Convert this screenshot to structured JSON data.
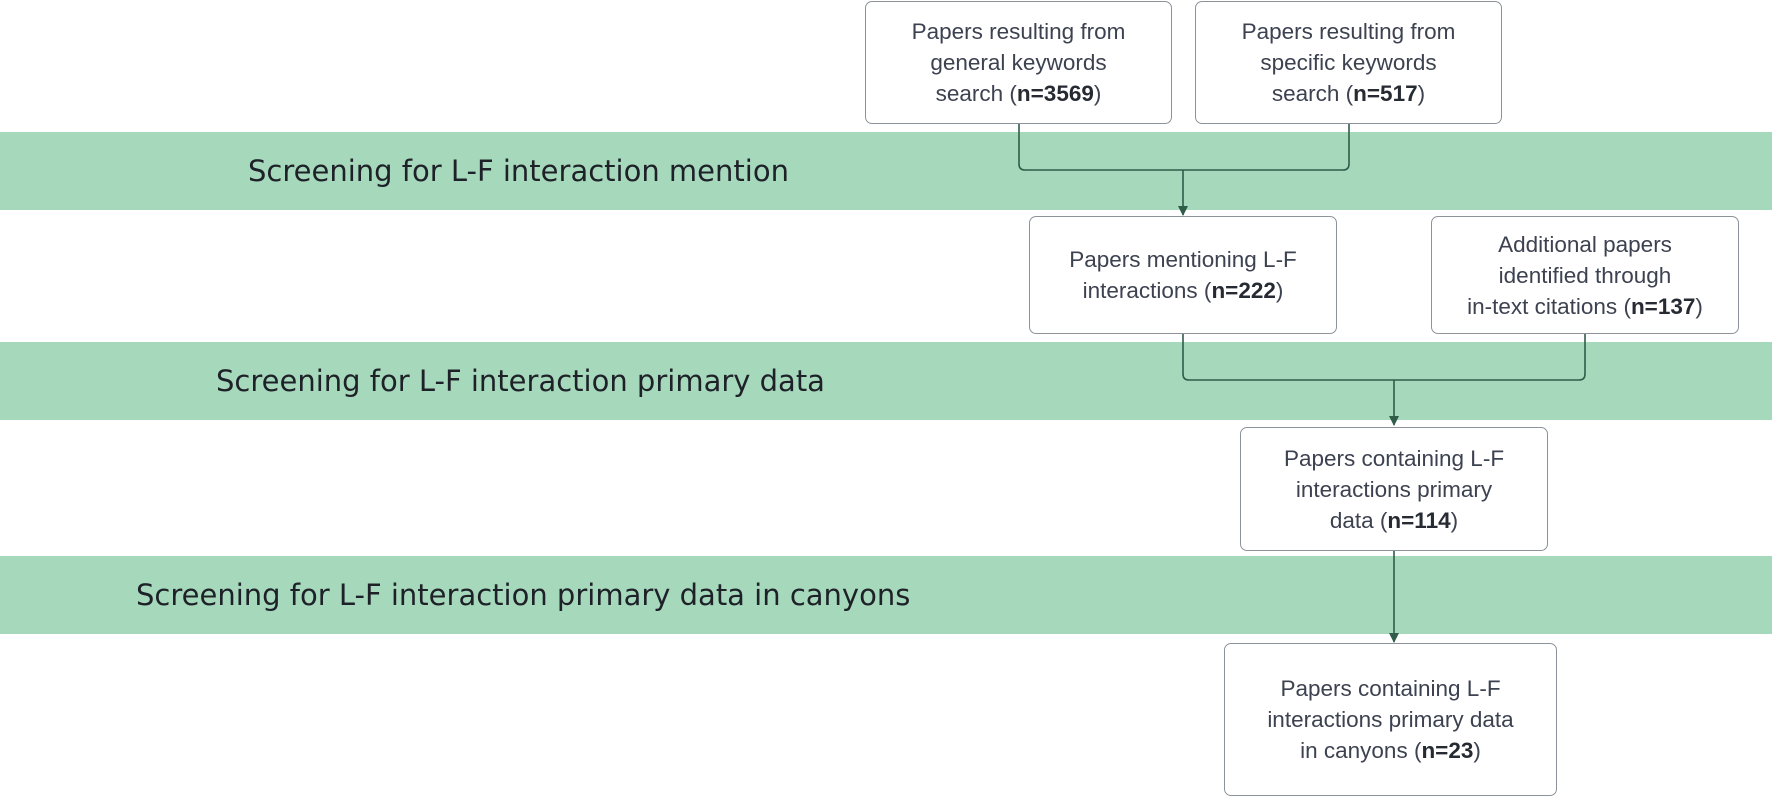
{
  "colors": {
    "band": "#a6d8bc",
    "connector": "#2f5d4a",
    "box_border": "#8e939b",
    "text": "#3d4250"
  },
  "stages": [
    {
      "label": "Screening for L-F interaction mention"
    },
    {
      "label": "Screening for L-F interaction primary data"
    },
    {
      "label": "Screening for L-F interaction primary data in canyons"
    }
  ],
  "boxes": {
    "general": {
      "lines": [
        "Papers resulting from",
        "general keywords"
      ],
      "pre": "search (",
      "count": "n=3569",
      "post": ")"
    },
    "specific": {
      "lines": [
        "Papers resulting from",
        "specific keywords"
      ],
      "pre": "search (",
      "count": "n=517",
      "post": ")"
    },
    "mentioning": {
      "lines": [
        "Papers mentioning L-F"
      ],
      "pre": "interactions (",
      "count": "n=222",
      "post": ")"
    },
    "additional": {
      "lines": [
        "Additional papers",
        "identified through"
      ],
      "pre": "in-text citations (",
      "count": "n=137",
      "post": ")"
    },
    "primary": {
      "lines": [
        "Papers containing L-F",
        "interactions primary"
      ],
      "pre": "data (",
      "count": "n=114",
      "post": ")"
    },
    "canyons": {
      "lines": [
        "Papers containing L-F",
        "interactions primary data"
      ],
      "pre": "in canyons (",
      "count": "n=23",
      "post": ")"
    }
  }
}
